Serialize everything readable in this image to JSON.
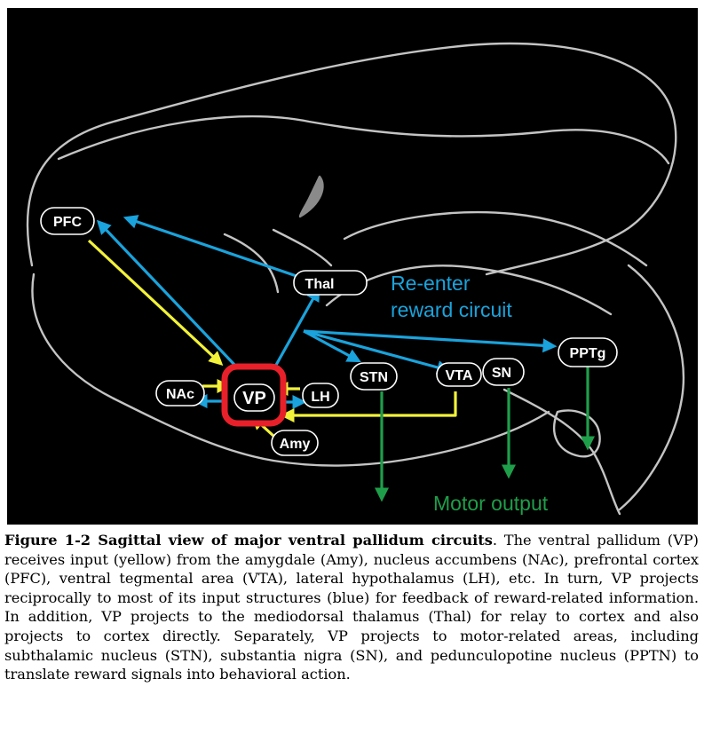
{
  "colors": {
    "background": "#000000",
    "outline": "#c8c8c8",
    "input_yellow": "#f2f23a",
    "feedback_blue": "#1aa3dc",
    "motor_green": "#1f9e4a",
    "vp_ring": "#e8202a",
    "reenter_text": "#1aa3dc",
    "motor_text": "#1f9e4a"
  },
  "nodes": {
    "pfc": "PFC",
    "thal": "Thal",
    "nac": "NAc",
    "vp": "VP",
    "lh": "LH",
    "amy": "Amy",
    "stn": "STN",
    "vta": "VTA",
    "sn": "SN",
    "pptg": "PPTg"
  },
  "annotations": {
    "reenter_line1": "Re-enter",
    "reenter_line2": "reward circuit",
    "motor_output": "Motor output"
  },
  "caption": {
    "title": "Figure 1-2 Sagittal view of major ventral pallidum circuits",
    "body": ". The ventral pallidum (VP) receives input (yellow) from the amygdale (Amy), nucleus accumbens (NAc), prefrontal cortex (PFC), ventral tegmental area (VTA), lateral hypothalamus (LH), etc. In turn, VP projects reciprocally to most of its input structures (blue) for feedback of reward-related information. In addition, VP projects to the mediodorsal thalamus (Thal) for relay to cortex and also projects to cortex directly. Separately, VP projects to motor-related areas, including subthalamic nucleus (STN), substantia nigra (SN), and pedunculopotine nucleus (PPTN) to translate reward signals into behavioral action."
  }
}
